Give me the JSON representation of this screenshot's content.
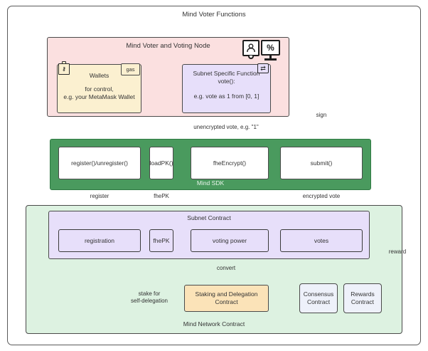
{
  "diagram": {
    "title": "Mind Voter Functions",
    "colors": {
      "pink": "#fbe0e0",
      "yellow": "#fbf0d0",
      "purple": "#e7dffa",
      "green": "#4a9a5e",
      "light_green": "#ddf2e1",
      "orange": "#fbe3b8",
      "blue_grey": "#eef1fa",
      "stroke": "#4a4a4a"
    }
  },
  "voter_node": {
    "title": "Mind Voter and Voting Node",
    "icons": {
      "actor": "user-actor-icon",
      "monitor": "monitor-percent-icon",
      "monitor_glyph": "%",
      "wallet_key": "key-icon",
      "wallet_key_glyph": "⚷",
      "swap": "swap-arrows-icon",
      "swap_glyph": "⇄"
    },
    "wallets": {
      "title": "Wallets",
      "description": "for control,\ne.g. your MetaMask Wallet",
      "badge": "gas"
    },
    "subnet_function": {
      "title": "Subnet Specific Function\nvote():",
      "example": "e.g. vote as 1 from [0, 1]"
    }
  },
  "mind_sdk": {
    "title": "Mind SDK",
    "boxes": [
      {
        "label": "register()/unregister()"
      },
      {
        "label": "loadPK()"
      },
      {
        "label": "fheEncrypt()"
      },
      {
        "label": "submit()"
      }
    ]
  },
  "network_contract": {
    "title": "Mind Network Contract",
    "subnet_contract": {
      "title": "Subnet Contract",
      "boxes": [
        {
          "label": "registration"
        },
        {
          "label": "fhePK"
        },
        {
          "label": "voting power"
        },
        {
          "label": "votes"
        }
      ]
    },
    "staking": {
      "label": "Staking and Delegation Contract"
    },
    "consensus": {
      "label": "Consensus\nContract"
    },
    "rewards": {
      "label": "Rewards\nContract"
    }
  },
  "edges": {
    "unencrypted_vote": "unencrypted vote, e.g. \"1\"",
    "sign": "sign",
    "register": "register",
    "fhepk": "fhePK",
    "encrypted_vote": "encrypted vote",
    "convert": "convert",
    "stake_for_self_delegation": "stake for\nself-delegation",
    "reward": "reward"
  }
}
